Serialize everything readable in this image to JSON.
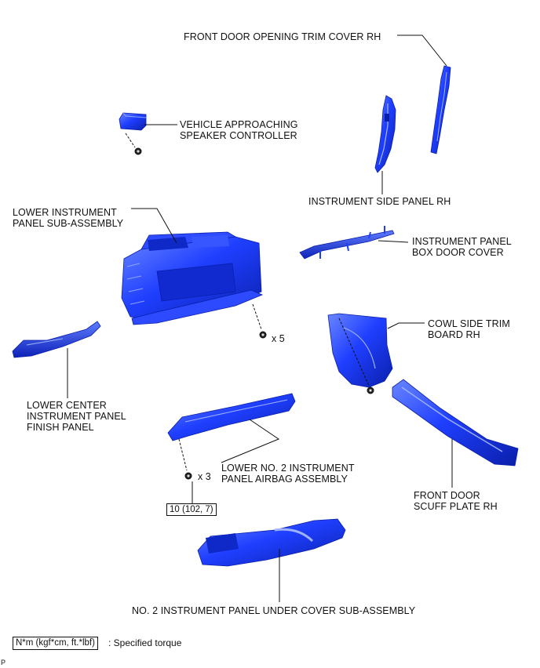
{
  "colors": {
    "part_fill": "#1f3fff",
    "part_light": "#5f7cff",
    "part_dark": "#0a1faa",
    "line": "#111111",
    "background": "#ffffff"
  },
  "labels": {
    "front_door_opening_trim_cover": "FRONT DOOR OPENING TRIM COVER RH",
    "vehicle_approaching_speaker_controller": "VEHICLE APPROACHING\nSPEAKER CONTROLLER",
    "instrument_side_panel": "INSTRUMENT SIDE PANEL RH",
    "lower_instrument_panel_sub_assembly": "LOWER INSTRUMENT\nPANEL SUB-ASSEMBLY",
    "instrument_panel_box_door_cover": "INSTRUMENT PANEL\nBOX DOOR COVER",
    "cowl_side_trim_board": "COWL SIDE TRIM\nBOARD RH",
    "lower_center_instrument_panel_finish_panel": "LOWER CENTER\nINSTRUMENT PANEL\nFINISH PANEL",
    "lower_no2_instrument_panel_airbag_assembly": "LOWER NO. 2 INSTRUMENT\nPANEL AIRBAG ASSEMBLY",
    "front_door_scuff_plate": "FRONT DOOR\nSCUFF PLATE RH",
    "no2_instrument_panel_under_cover_sub_assembly": "NO. 2 INSTRUMENT PANEL UNDER COVER SUB-ASSEMBLY"
  },
  "quantities": {
    "lower_instrument_panel_screws": "x 5",
    "airbag_bolts": "x 3"
  },
  "torque": {
    "airbag_bolt": "10 (102, 7)"
  },
  "legend": {
    "unit": "N*m (kgf*cm, ft.*lbf)",
    "description": ": Specified torque"
  },
  "corner_mark": "P"
}
